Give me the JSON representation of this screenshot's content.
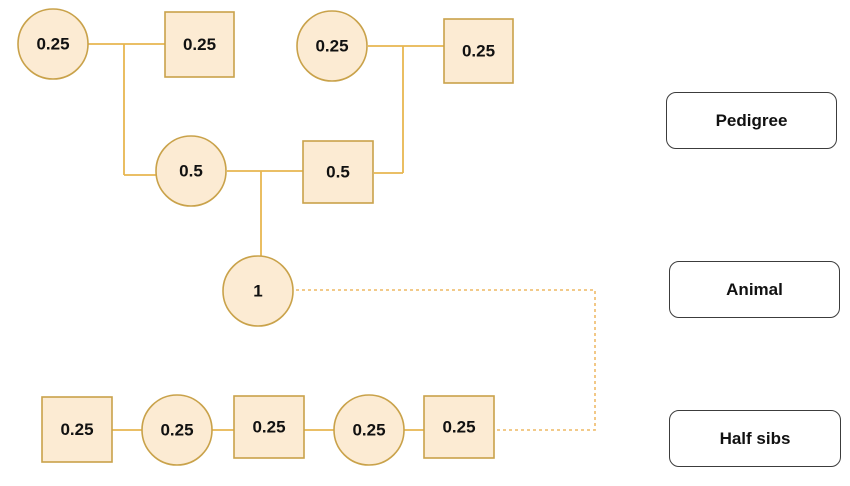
{
  "labels": {
    "pedigree": "Pedigree",
    "animal": "Animal",
    "half_sibs": "Half sibs"
  },
  "nodes": {
    "pgd": "0.25",
    "pgs": "0.25",
    "mgd": "0.25",
    "mgs": "0.25",
    "dam": "0.5",
    "sire": "0.5",
    "animal": "1",
    "hs1": "0.25",
    "hs2": "0.25",
    "hs3": "0.25",
    "hs4": "0.25",
    "hs5": "0.25"
  },
  "colors": {
    "node_fill": "#fcebd3",
    "node_stroke": "#c9a24a",
    "link": "#e7b650",
    "box_border": "#3c3c3c"
  }
}
